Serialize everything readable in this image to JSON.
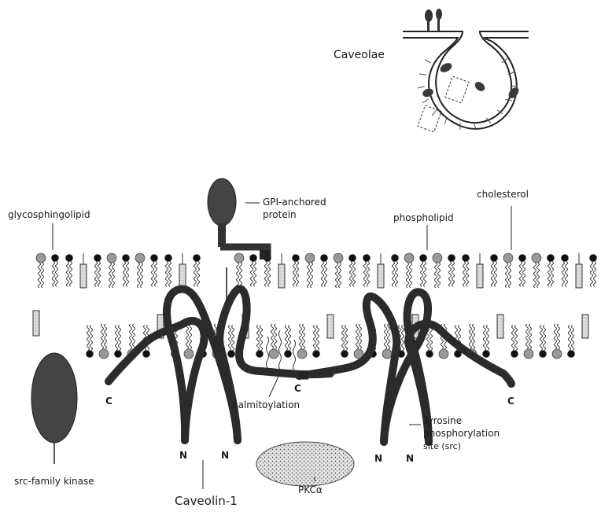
{
  "labels": {
    "caveolae": "Caveolae",
    "gpi_line1": "GPI-anchored",
    "gpi_line2": "protein",
    "glycosphingolipid": "glycosphingolipid",
    "phospholipid": "phospholipid",
    "cholesterol": "cholesterol",
    "palmitoylation": "palmitoylation",
    "tyrosine_line1": "Tyrosine",
    "tyrosine_line2": "phosphorylation",
    "tyrosine_line3": "site (src)",
    "src_kinase": "src-family kinase",
    "caveolin": "Caveolin-1",
    "pkc": "PKCα",
    "c_terminus": "C",
    "n_terminus": "N"
  },
  "colors": {
    "protein": "#2b2b2b",
    "lipid_head_light": "#9a9a9a",
    "lipid_head_dark": "#111111",
    "cholesterol_fill": "#d8d8d8",
    "pkc_fill": "#c8c8c8"
  }
}
